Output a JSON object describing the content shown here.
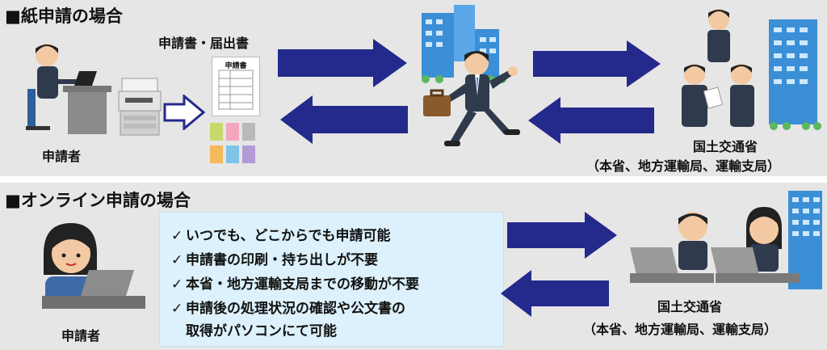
{
  "paper_section": {
    "title": "■紙申請の場合",
    "documents_label": "申請書・届出書",
    "applicant_label": "申請者",
    "form_title": "申請書",
    "ministry_label": "国土交通省",
    "ministry_sub_label": "（本省、地方運輸局、運輸支局）"
  },
  "online_section": {
    "title": "■オンライン申請の場合",
    "applicant_label": "申請者",
    "ministry_label": "国土交通省",
    "ministry_sub_label": "（本省、地方運輸局、運輸支局）",
    "check_mark": "✓",
    "benefits": [
      "いつでも、どこからでも申請可能",
      "申請書の印刷・持ち出しが不要",
      "本省・地方運輸支局までの移動が不要",
      "申請後の処理状況の確認や公文書の",
      "取得がパソコンにて可能"
    ]
  },
  "colors": {
    "arrow_navy": "#232a8c",
    "panel_bg": "#e6e6e6",
    "benefit_bg": "#dcf1fb",
    "building_blue": "#3a8fd6",
    "suit": "#2f3a4c"
  }
}
